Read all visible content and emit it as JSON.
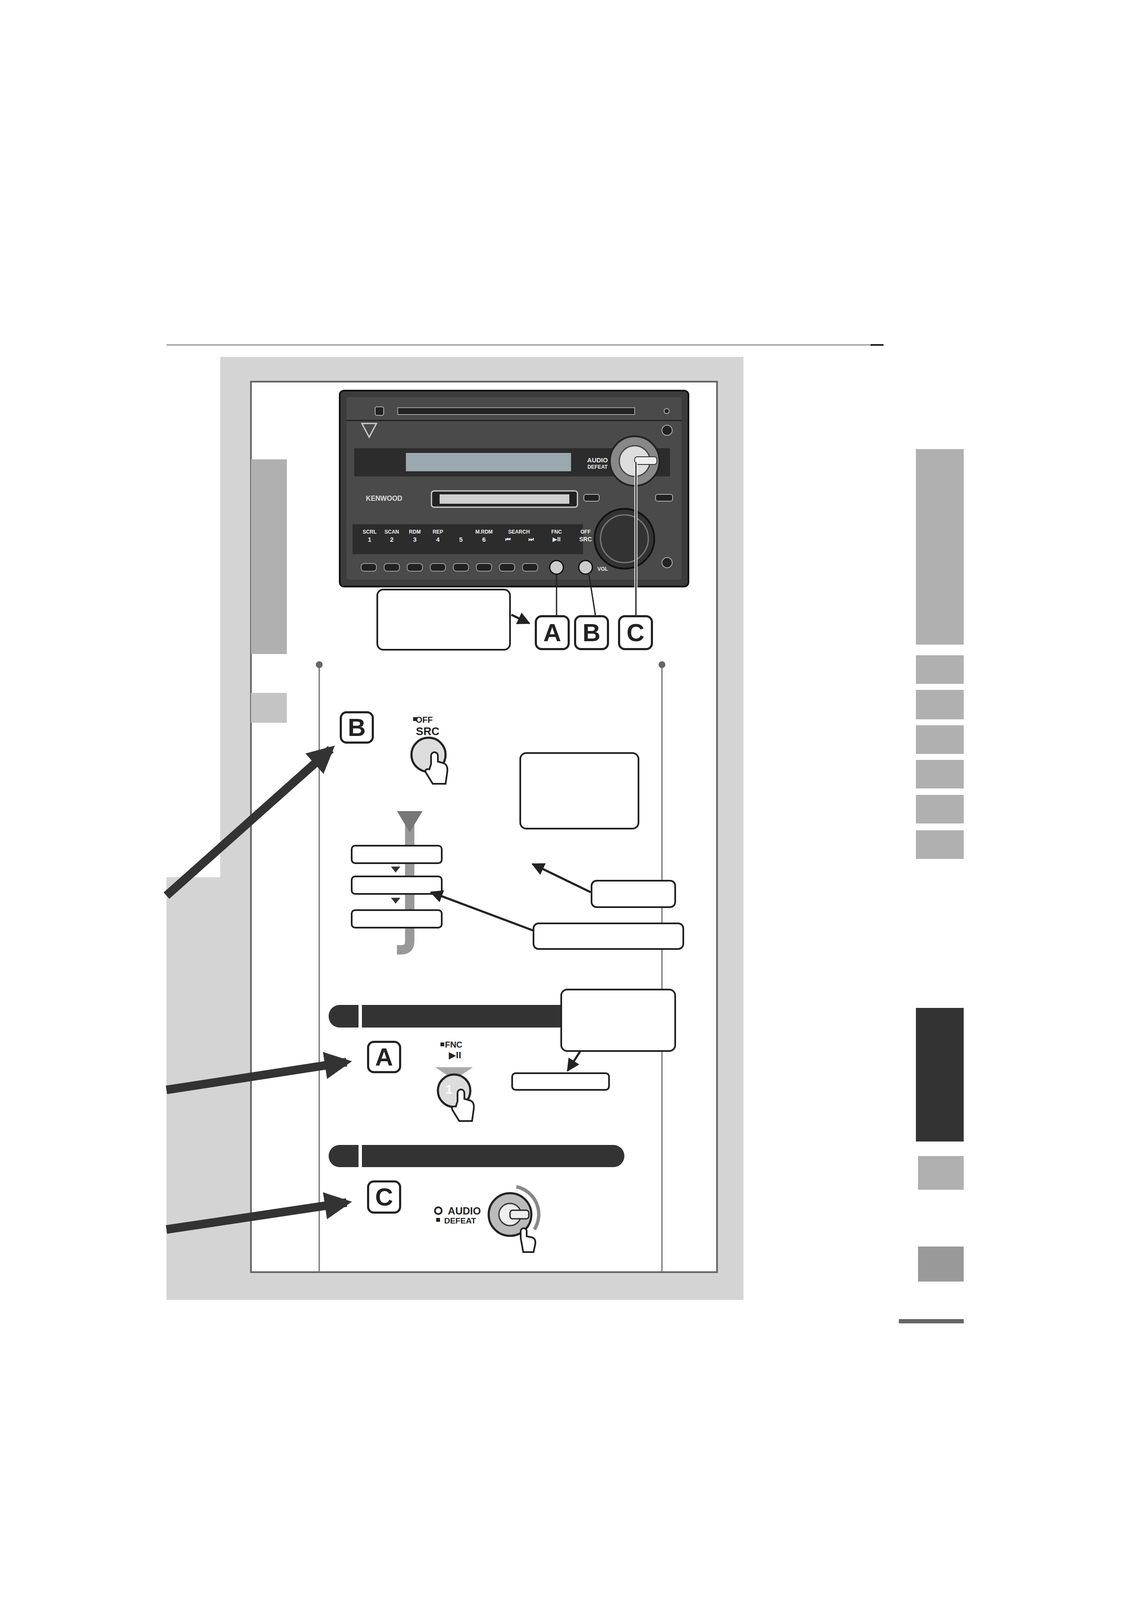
{
  "diagram": {
    "nodes": [
      {
        "text": [
          "A"
        ]
      },
      {
        "text": [
          "B"
        ]
      },
      {
        "text": [
          "C"
        ]
      },
      {
        "text": [
          "B"
        ]
      },
      {
        "text": [
          "A"
        ]
      },
      {
        "text": [
          "C"
        ]
      }
    ],
    "labels": [
      "KENWOOD",
      "SCRL",
      "1",
      "SCAN",
      "2",
      "RDM",
      "3",
      "REP",
      "4",
      "5",
      "M.RDM",
      "6",
      "SEARCH",
      "⏮",
      "⏭",
      "FNC",
      "▶II",
      "OFF",
      "SRC",
      "AUDIO",
      "DEFEAT",
      "VOL",
      "OFF",
      "SRC",
      "FNC",
      "▶II",
      "1",
      "AUDIO",
      "DEFEAT"
    ]
  }
}
